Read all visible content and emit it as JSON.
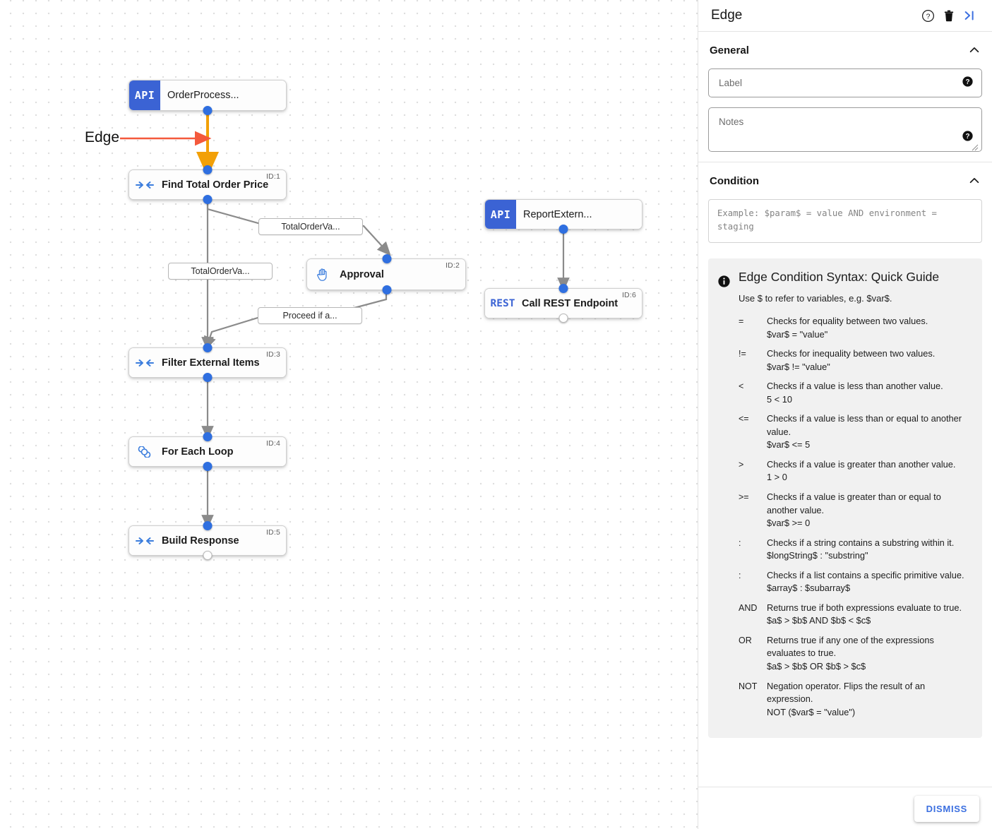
{
  "canvas": {
    "annotation": {
      "label": "Edge",
      "arrow_color": "#f4593c"
    },
    "highlight_edge_color": "#f2a007",
    "nodes": [
      {
        "id": "",
        "title": "OrderProcess...",
        "icon": "api-badge-icon",
        "badge": "API",
        "type": "api"
      },
      {
        "id": "ID:1",
        "title": "Find Total Order Price",
        "icon": "merge-arrows-icon",
        "type": "task"
      },
      {
        "id": "ID:2",
        "title": "Approval",
        "icon": "hand-icon",
        "type": "task"
      },
      {
        "id": "ID:3",
        "title": "Filter External Items",
        "icon": "merge-arrows-icon",
        "type": "task"
      },
      {
        "id": "ID:4",
        "title": "For Each Loop",
        "icon": "infinity-icon",
        "type": "task"
      },
      {
        "id": "ID:5",
        "title": "Build Response",
        "icon": "merge-arrows-icon",
        "type": "task"
      },
      {
        "id": "",
        "title": "ReportExtern...",
        "icon": "api-badge-icon",
        "badge": "API",
        "type": "api"
      },
      {
        "id": "ID:6",
        "title": "Call REST Endpoint",
        "icon": "rest-badge-icon",
        "badge": "REST",
        "type": "rest"
      }
    ],
    "edge_labels": [
      "TotalOrderVa...",
      "TotalOrderVa...",
      "Proceed if a..."
    ]
  },
  "panel": {
    "title": "Edge",
    "header_icons": [
      "help-circle-icon",
      "trash-icon",
      "collapse-panel-icon"
    ],
    "general": {
      "heading": "General",
      "label_field": {
        "placeholder": "Label",
        "value": ""
      },
      "notes_field": {
        "placeholder": "Notes",
        "value": ""
      }
    },
    "condition": {
      "heading": "Condition",
      "placeholder": "Example: $param$ = value AND environment = staging",
      "value": ""
    },
    "guide": {
      "title": "Edge Condition Syntax: Quick Guide",
      "subtitle": "Use $ to refer to variables, e.g. $var$.",
      "operators": [
        {
          "key": "=",
          "desc": "Checks for equality between two values.",
          "example": "$var$ = \"value\""
        },
        {
          "key": "!=",
          "desc": "Checks for inequality between two values.",
          "example": "$var$ != \"value\""
        },
        {
          "key": "<",
          "desc": "Checks if a value is less than another value.",
          "example": "5 < 10"
        },
        {
          "key": "<=",
          "desc": "Checks if a value is less than or equal to another value.",
          "example": "$var$ <= 5"
        },
        {
          "key": ">",
          "desc": "Checks if a value is greater than another value.",
          "example": "1 > 0"
        },
        {
          "key": ">=",
          "desc": "Checks if a value is greater than or equal to another value.",
          "example": "$var$ >= 0"
        },
        {
          "key": ":",
          "desc": "Checks if a string contains a substring within it.",
          "example": "$longString$ : \"substring\""
        },
        {
          "key": ":",
          "desc": "Checks if a list contains a specific primitive value.",
          "example": "$array$ : $subarray$"
        },
        {
          "key": "AND",
          "desc": "Returns true if both expressions evaluate to true.",
          "example": "$a$ > $b$ AND $b$ < $c$"
        },
        {
          "key": "OR",
          "desc": "Returns true if any one of the expressions evaluates to true.",
          "example": "$a$ > $b$ OR $b$ > $c$"
        },
        {
          "key": "NOT",
          "desc": "Negation operator. Flips the result of an expression.",
          "example": "NOT ($var$ = \"value\")"
        }
      ]
    },
    "footer": {
      "dismiss_label": "DISMISS"
    }
  }
}
